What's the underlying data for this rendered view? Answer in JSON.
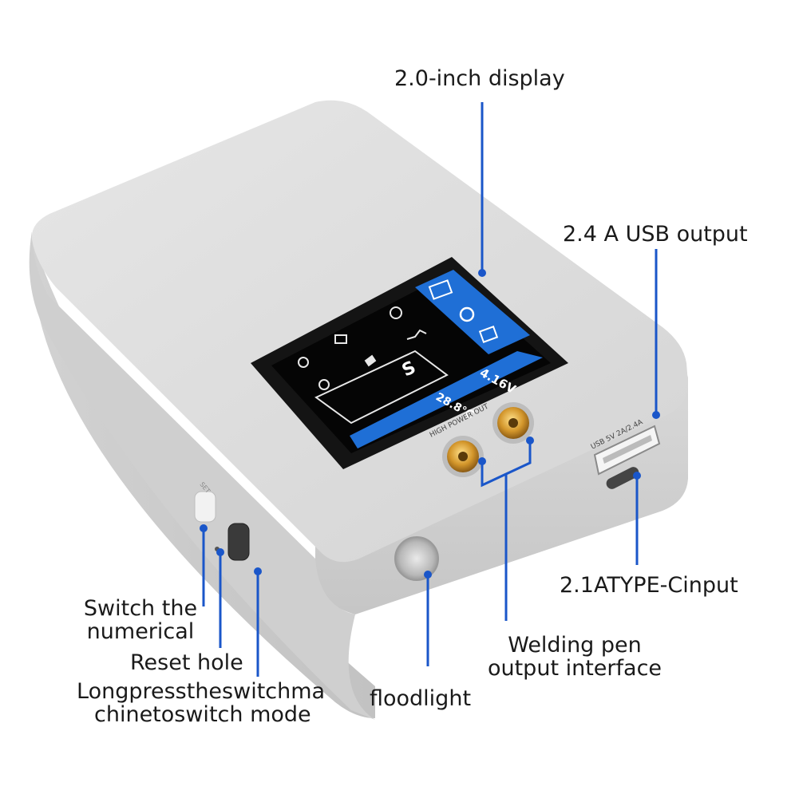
{
  "callouts": {
    "display": "2.0-inch display",
    "usb_output": "2.4 A USB output",
    "typec_input": "2.1ATYPE-Cinput",
    "welding_output_line1": "Welding pen",
    "welding_output_line2": "output interface",
    "floodlight": "floodlight",
    "switch_numerical_line1": "Switch the",
    "switch_numerical_line2": "numerical",
    "reset_hole": "Reset hole",
    "long_press_line1": "Longpresstheswitchma",
    "long_press_line2": "chinetoswitch mode"
  },
  "device_screen": {
    "voltage": "4.16V",
    "temperature": "28.8°C",
    "mode_value": "S"
  },
  "device_markings": {
    "high_power_out": "HIGH POWER OUT",
    "usb_port": "USB  5V  2A/2.4A"
  },
  "colors": {
    "callout_line": "#1a56c9",
    "screen_accent": "#1f6fd6",
    "device_body": "#dcdcdc"
  }
}
